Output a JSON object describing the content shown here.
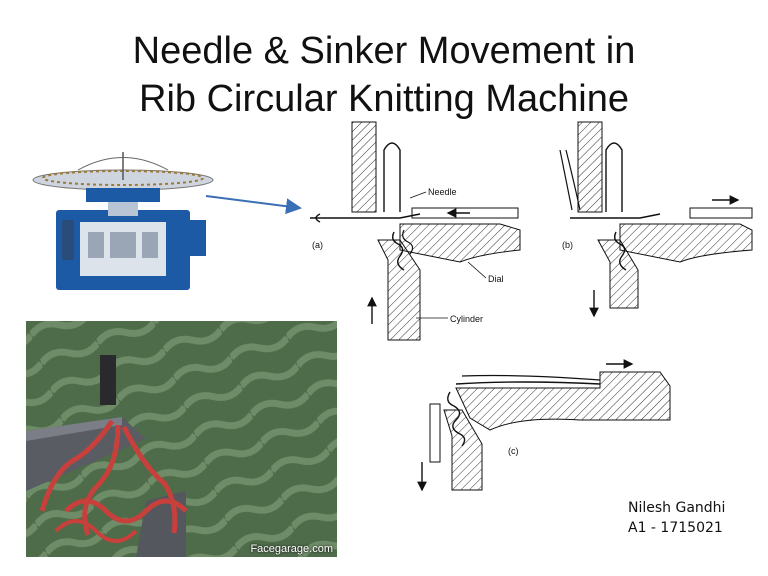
{
  "slide": {
    "title_line1": "Needle & Sinker Movement in",
    "title_line2": "Rib Circular Knitting Machine",
    "author_name": "Nilesh Gandhi",
    "author_id": "A1 - 1715021"
  },
  "diagram": {
    "label_needle": "Needle",
    "label_dial": "Dial",
    "label_cylinder": "Cylinder",
    "panel_a": "(a)",
    "panel_b": "(b)",
    "panel_c": "(c)"
  },
  "photo": {
    "credit": "Facegarage.com"
  },
  "colors": {
    "arrow": "#3a6fb5",
    "machine_blue": "#1c5aa6",
    "photo_green": "#4e6b4a",
    "yarn_red": "#c8403c"
  }
}
